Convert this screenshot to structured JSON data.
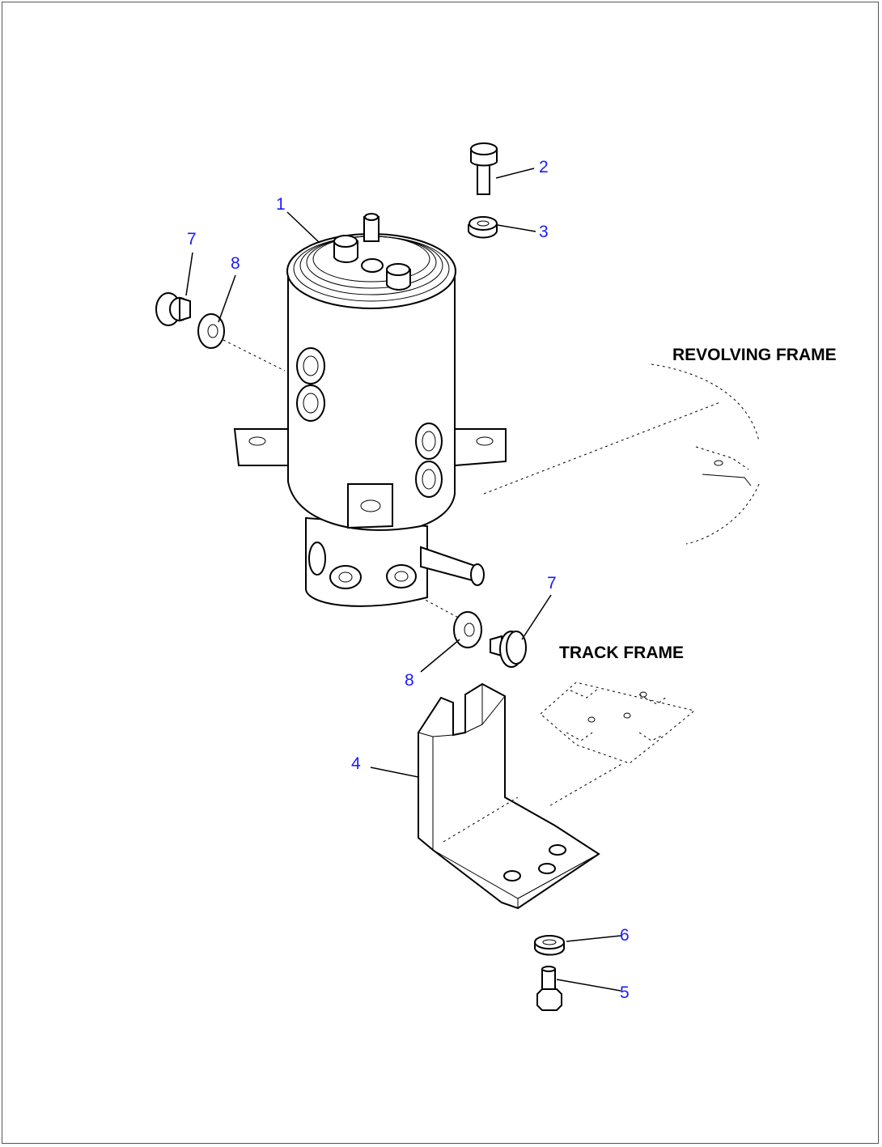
{
  "labels": {
    "revolving_frame": "REVOLVING FRAME",
    "track_frame": "TRACK FRAME"
  },
  "callouts": {
    "c1": "1",
    "c2": "2",
    "c3": "3",
    "c4": "4",
    "c5": "5",
    "c6": "6",
    "c7a": "7",
    "c7b": "7",
    "c8a": "8",
    "c8b": "8"
  },
  "colors": {
    "callout": "#1a1aff",
    "line": "#000000",
    "background": "#ffffff"
  }
}
